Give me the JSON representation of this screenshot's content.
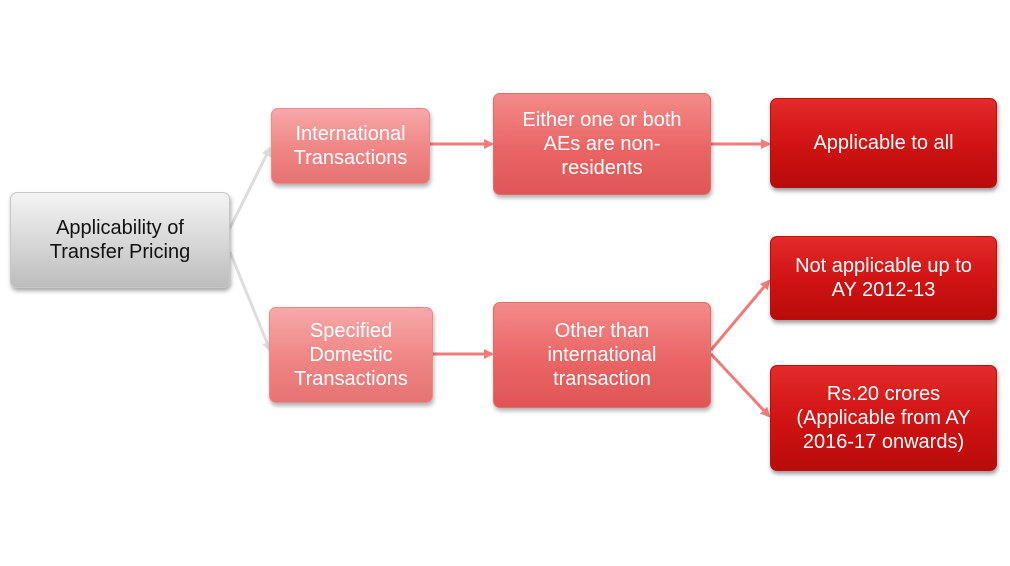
{
  "colors": {
    "root": "#d6d6d6",
    "level1": "#ef8585",
    "level2": "#ea6565",
    "level3": "#cf1212",
    "connector_grey": "#dddddd",
    "connector_pink": "#f07b7b"
  },
  "nodes": {
    "root": "Applicability of\nTransfer Pricing",
    "international": "International\nTransactions",
    "domestic": "Specified\nDomestic\nTransactions",
    "either_one": "Either one or both\nAEs are non-\nresidents",
    "other_than": "Other than\ninternational\ntransaction",
    "applicable_all": "Applicable to all",
    "not_applicable": "Not applicable up to\nAY 2012-13",
    "rs20": "Rs.20 crores\n(Applicable from AY\n2016-17 onwards)"
  }
}
